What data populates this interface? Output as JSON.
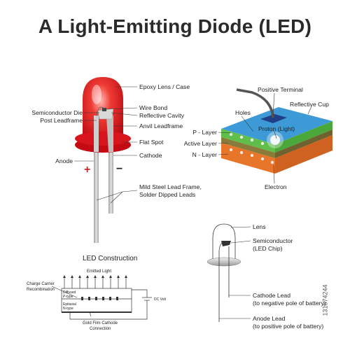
{
  "title": "A Light-Emitting Diode (LED)",
  "led_labels": {
    "epoxy": "Epoxy Lens / Case",
    "wire_bond": "Wire Bond",
    "reflective_cavity": "Reflective Cavity",
    "semiconductor_die": "Semiconductor Die",
    "post_leadframe": "Post Leadframe",
    "anvil_leadframe": "Anvil Leadframe",
    "flat_spot": "Flat Spot",
    "anode": "Anode",
    "cathode": "Cathode",
    "plus": "+",
    "minus": "−",
    "lead_frame_1": "Mild Steel Lead Frame,",
    "lead_frame_2": "Solder Dipped Leads"
  },
  "chip_labels": {
    "positive_terminal": "Positive Terminal",
    "reflective_cup": "Reflective Cup",
    "holes": "Holes",
    "proton": "Proton (Light)",
    "p_layer": "P - Layer",
    "active_layer": "Active Layer",
    "n_layer": "N - Layer",
    "electron": "Electron"
  },
  "construction": {
    "heading": "LED  Construction",
    "emitted_light": "Emitted Light",
    "charge_carrier_1": "Charge Carrier",
    "charge_carrier_2": "Recombination",
    "diffused_1": "Diffused",
    "diffused_2": "P-type",
    "epitaxial_1": "Epitaxial",
    "epitaxial_2": "N-type",
    "gold_film_1": "Gold Film Cathode",
    "gold_film_2": "Connection",
    "dc_volt": "DC Volt"
  },
  "outline_labels": {
    "lens": "Lens",
    "semiconductor_1": "Semiconductor",
    "semiconductor_2": "(LED Chip)",
    "cathode_lead_1": "Cathode Lead",
    "cathode_lead_2": "(to negative pole of battery)",
    "anode_lead_1": "Anode Lead",
    "anode_lead_2": "(to positive pole of battery)"
  },
  "stock_id": "131874244",
  "colors": {
    "led_red": "#e0121b",
    "chip_blue": "#2e8fd0",
    "p_layer": "#5fbf4a",
    "n_layer": "#e8762a",
    "lead_gray": "#c9c9c9"
  }
}
